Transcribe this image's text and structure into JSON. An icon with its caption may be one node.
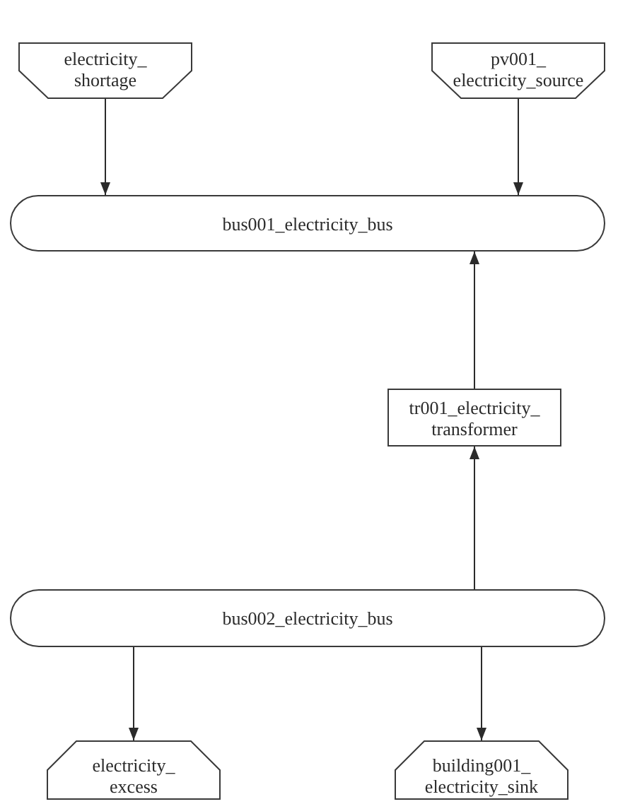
{
  "diagram": {
    "nodes": [
      {
        "text": [
          "electricity_ shortage"
        ]
      },
      {
        "text": [
          "pv001_ electricity_source"
        ]
      },
      {
        "text": [
          "bus001_electricity_bus"
        ]
      },
      {
        "text": [
          "tr001_electricity_ transformer"
        ]
      },
      {
        "text": [
          "bus002_electricity_bus"
        ]
      },
      {
        "text": [
          "electricity_ excess"
        ]
      },
      {
        "text": [
          "building001_ electricity_sink"
        ]
      }
    ],
    "edges": [
      {
        "from": 0,
        "to": 2,
        "arrow": "to"
      },
      {
        "from": 1,
        "to": 2,
        "arrow": "to"
      },
      {
        "from": 3,
        "to": 2,
        "arrow": "to"
      },
      {
        "from": 4,
        "to": 3,
        "arrow": "to"
      },
      {
        "from": 4,
        "to": 5,
        "arrow": "to"
      },
      {
        "from": 4,
        "to": 6,
        "arrow": "to"
      }
    ]
  }
}
